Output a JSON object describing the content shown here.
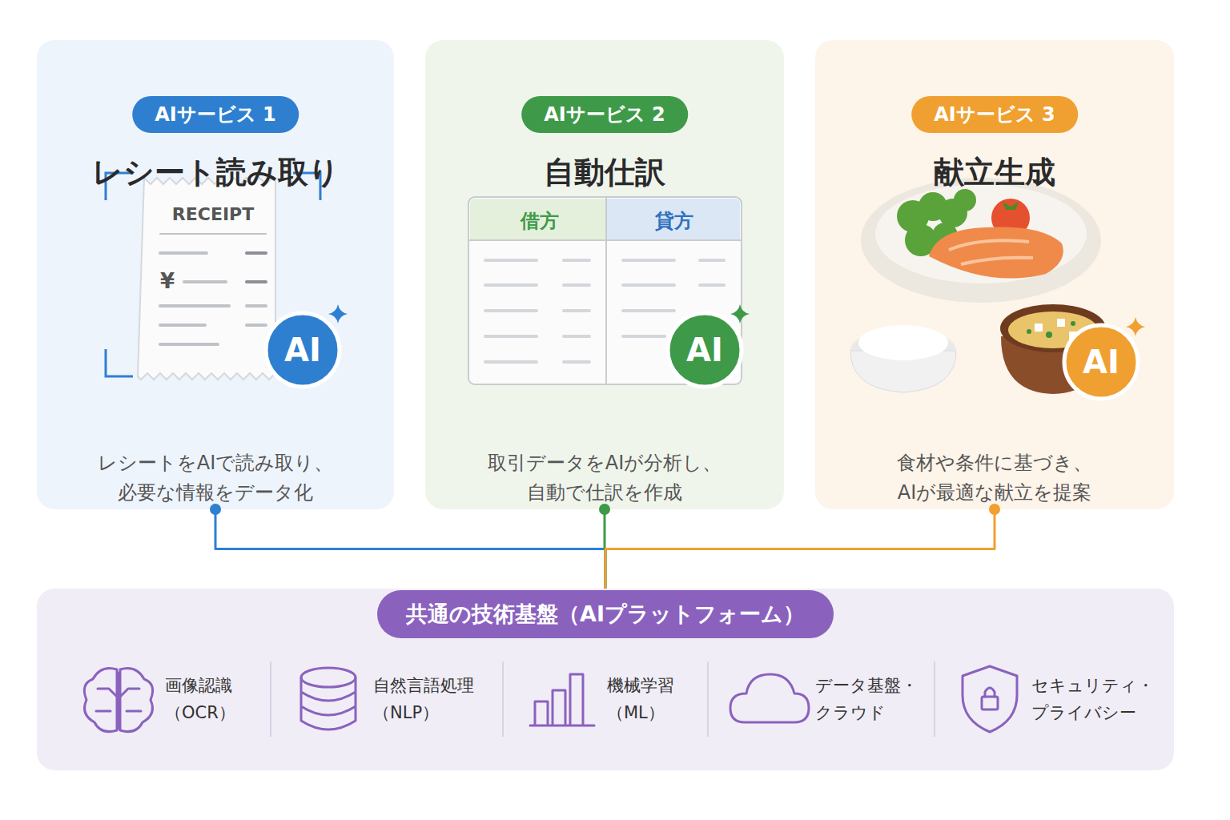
{
  "diagram": {
    "nodes": [
      {
        "text": [
          "レシート読み取り",
          "レシートをAIで読み取り、 必要な情報をデータ化"
        ]
      },
      {
        "text": [
          "AIサービス 1"
        ],
        "in": 0
      },
      {
        "text": [
          "自動仕訳",
          "取引データをAIが分析し、 自動で仕訳を作成"
        ]
      },
      {
        "text": [
          "AIサービス 2"
        ],
        "in": 2
      },
      {
        "text": [
          "献立生成",
          "食材や条件に基づき、 AIが最適な献立を提案"
        ]
      },
      {
        "text": [
          "AIサービス 3"
        ],
        "in": 4
      },
      {
        "text": [
          "共通の技術基盤（AIプラットフォーム）"
        ]
      }
    ],
    "edges": [
      {
        "from": 0,
        "to": 6,
        "arrow": "none"
      },
      {
        "from": 2,
        "to": 6,
        "arrow": "none"
      },
      {
        "from": 4,
        "to": 6,
        "arrow": "none"
      }
    ],
    "labels": [
      "RECEIPT",
      "¥",
      "AI",
      "借方",
      "貸方",
      "AI",
      "AI",
      "画像認識 （OCR）",
      "自然言語処理 （NLP）",
      "機械学習 （ML）",
      "データ基盤・ クラウド",
      "セキュリティ・ プライバシー"
    ]
  }
}
